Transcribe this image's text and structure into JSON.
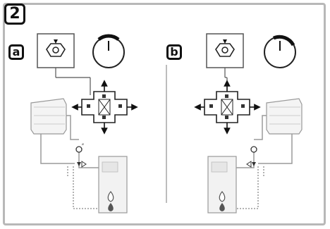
{
  "step_number": "2",
  "panels": [
    {
      "id": "a",
      "label": "a"
    },
    {
      "id": "b",
      "label": "b"
    }
  ],
  "colors": {
    "frame": "#b8b8b8",
    "line": "#444444",
    "pipe": "#9a9a9a",
    "dashed": "#888888",
    "fill_light": "#f2f2f2",
    "badge_border": "#111111"
  }
}
